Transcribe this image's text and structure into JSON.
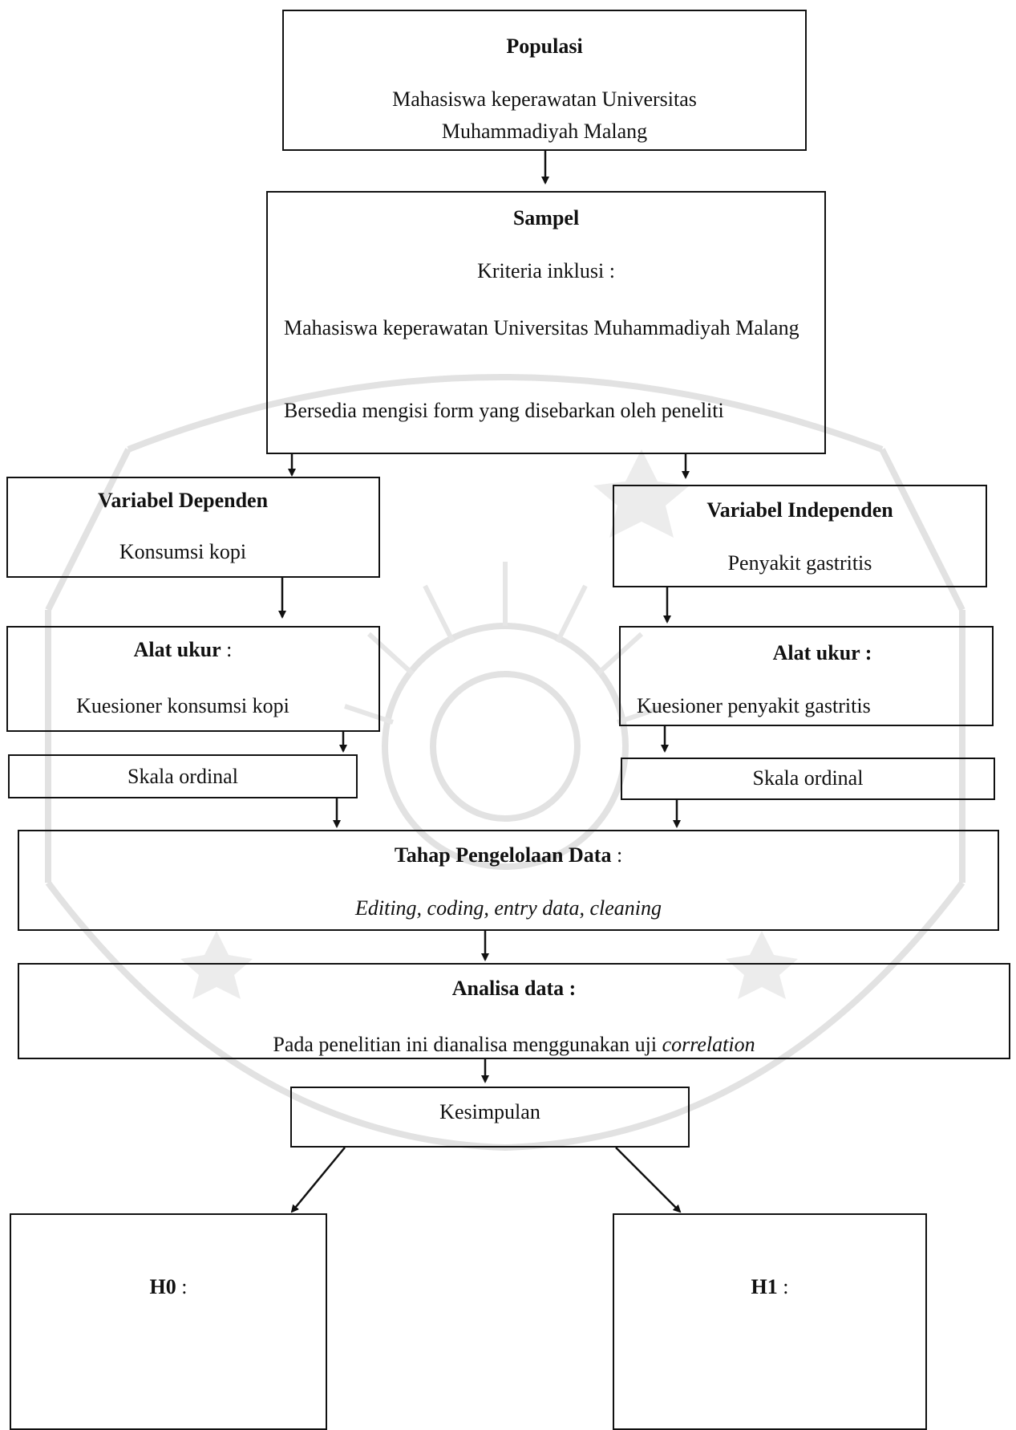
{
  "populasi": {
    "title": "Populasi",
    "line1": "Mahasiswa keperawatan Universitas",
    "line2": "Muhammadiyah Malang"
  },
  "sampel": {
    "title": "Sampel",
    "criteria_heading": "Kriteria inklusi :",
    "criteria1": "Mahasiswa keperawatan Universitas Muhammadiyah Malang",
    "criteria2": "Bersedia mengisi form yang disebarkan oleh peneliti"
  },
  "dependen": {
    "title": "Variabel Dependen",
    "value": "Konsumsi kopi"
  },
  "independen": {
    "title": "Variabel Independen",
    "value": "Penyakit gastritis"
  },
  "alat_kiri": {
    "title": "Alat ukur",
    "colon": " :",
    "value": "Kuesioner konsumsi kopi"
  },
  "alat_kanan": {
    "title": "Alat ukur :",
    "value": "Kuesioner penyakit gastritis"
  },
  "skala_kiri": "Skala ordinal",
  "skala_kanan": "Skala ordinal",
  "pengelolaan": {
    "title": "Tahap Pengelolaan Data",
    "colon": " :",
    "value": "Editing, coding, entry data, cleaning"
  },
  "analisa": {
    "title": "Analisa data :",
    "text": "Pada penelitian ini dianalisa menggunakan uji ",
    "text_italic": "correlation"
  },
  "kesimpulan": "Kesimpulan",
  "h0": {
    "label": "H0",
    "colon": " :"
  },
  "h1": {
    "label": "H1",
    "colon": " :"
  },
  "colors": {
    "border": "#111111",
    "watermark": "#e3e3e3"
  }
}
